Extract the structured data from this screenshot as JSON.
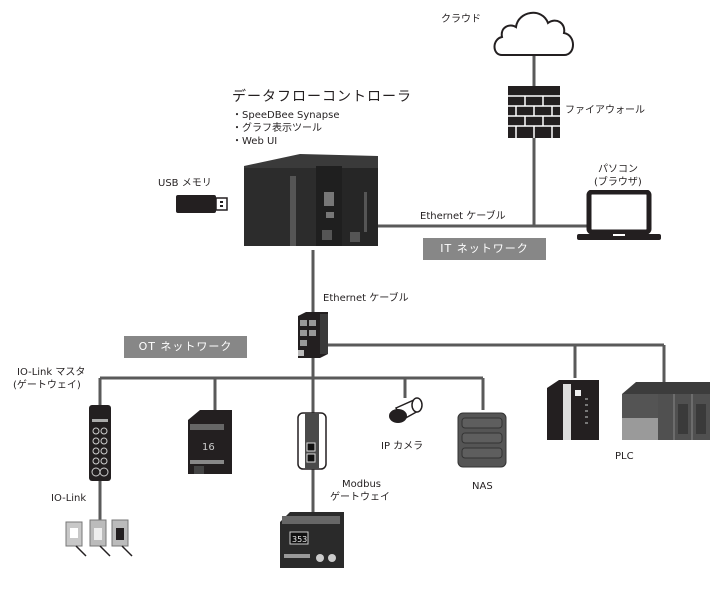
{
  "diagram": {
    "controller": {
      "title": "データフローコントローラ",
      "features": [
        "・SpeeDBee Synapse",
        "・グラフ表示ツール",
        "・Web UI"
      ]
    },
    "cloud_label": "クラウド",
    "firewall_label": "ファイアウォール",
    "pc_label_line1": "パソコン",
    "pc_label_line2": "(ブラウザ)",
    "usb_label": "USB メモリ",
    "ethernet_cable_it": "Ethernet ケーブル",
    "ethernet_cable_ot": "Ethernet ケーブル",
    "it_network": "IT ネットワーク",
    "ot_network": "OT ネットワーク",
    "iolink_master_line1": "IO-Link マスタ",
    "iolink_master_line2": "(ゲートウェイ)",
    "iolink_label": "IO-Link",
    "ip_camera_label": "IP カメラ",
    "modbus_line1": "Modbus",
    "modbus_line2": "ゲートウェイ",
    "nas_label": "NAS",
    "plc_label": "PLC",
    "colors": {
      "wire": "#5a5a5a",
      "network_badge": "#878787",
      "device_dark": "#231f20",
      "nas_fill": "#555555"
    }
  }
}
